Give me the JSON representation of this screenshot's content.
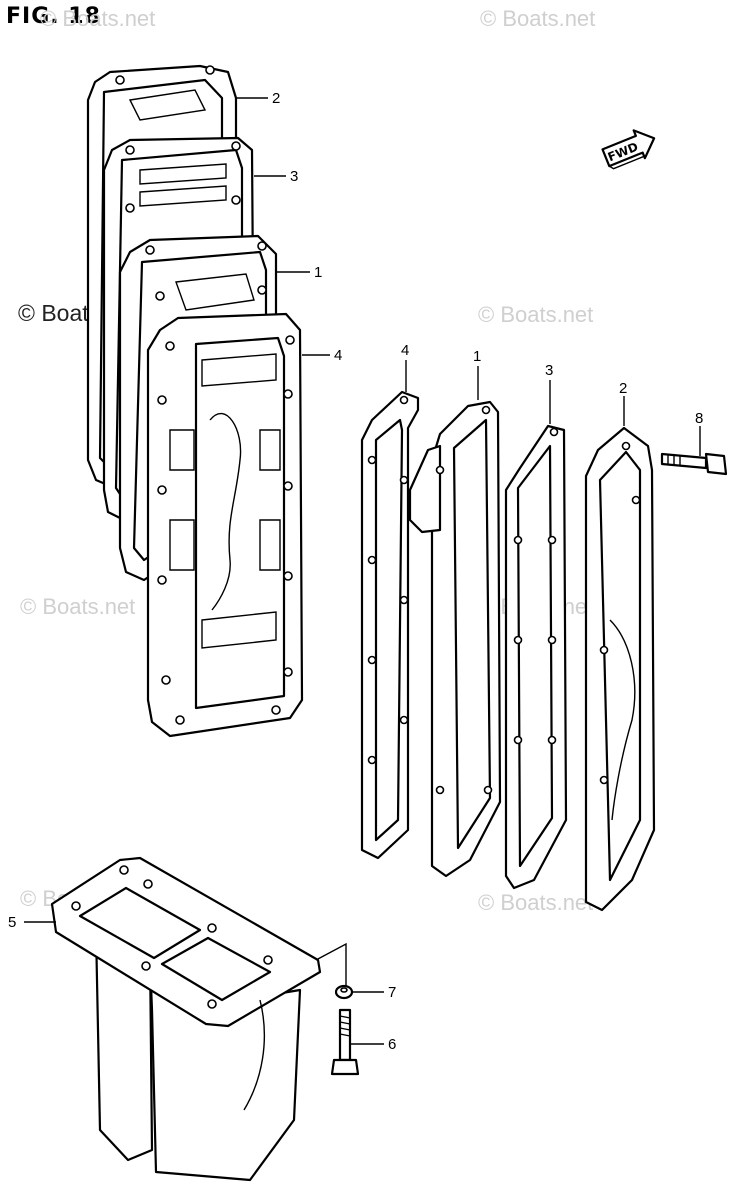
{
  "figure": {
    "title": "FIG. 18"
  },
  "watermarks": [
    {
      "text": "© Boats.net",
      "style": "light"
    },
    {
      "text": "© Boats.net",
      "style": "light"
    },
    {
      "text": "© Boats.net",
      "style": "dark"
    },
    {
      "text": "© Boats.net",
      "style": "light"
    },
    {
      "text": "© Boats.net",
      "style": "light"
    },
    {
      "text": "© Boats.net",
      "style": "light"
    },
    {
      "text": "© Boats.net",
      "style": "light"
    },
    {
      "text": "© Boats.net",
      "style": "light"
    }
  ],
  "direction_arrow": {
    "label": "FWD"
  },
  "callouts": {
    "left_2": "2",
    "left_3": "3",
    "left_1": "1",
    "left_4": "4",
    "right_4": "4",
    "right_1": "1",
    "right_3": "3",
    "right_2": "2",
    "bolt_8": "8",
    "part_5": "5",
    "washer_7": "7",
    "bolt_6": "6"
  }
}
